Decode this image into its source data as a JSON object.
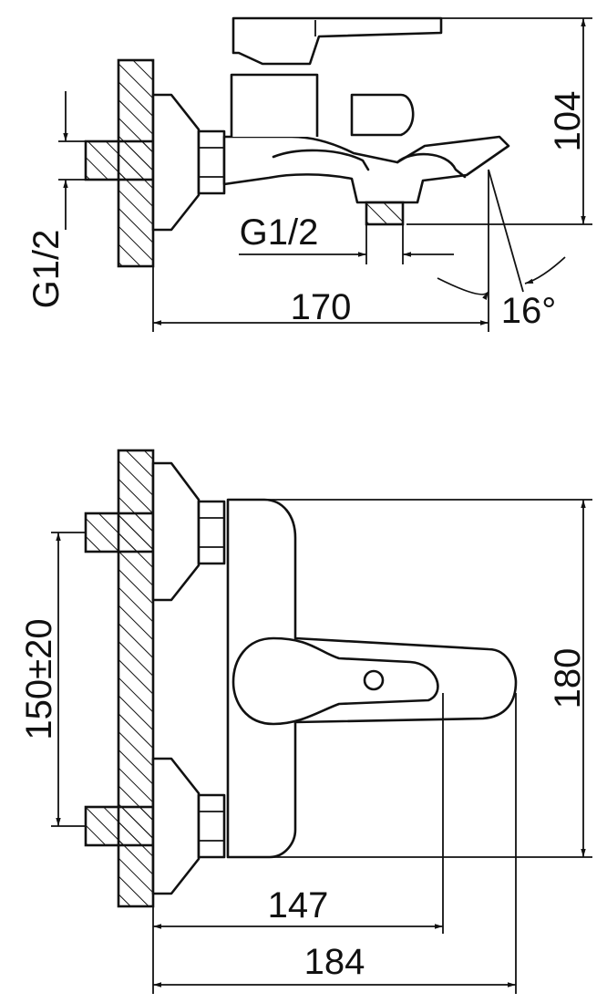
{
  "side_view": {
    "dim_height": "104",
    "dim_length": "170",
    "thread_left": "G1/2",
    "thread_outlet": "G1/2",
    "angle": "16°"
  },
  "top_view": {
    "dim_spacing": "150±20",
    "dim_depth": "180",
    "dim_lever": "147",
    "dim_overall": "184"
  }
}
